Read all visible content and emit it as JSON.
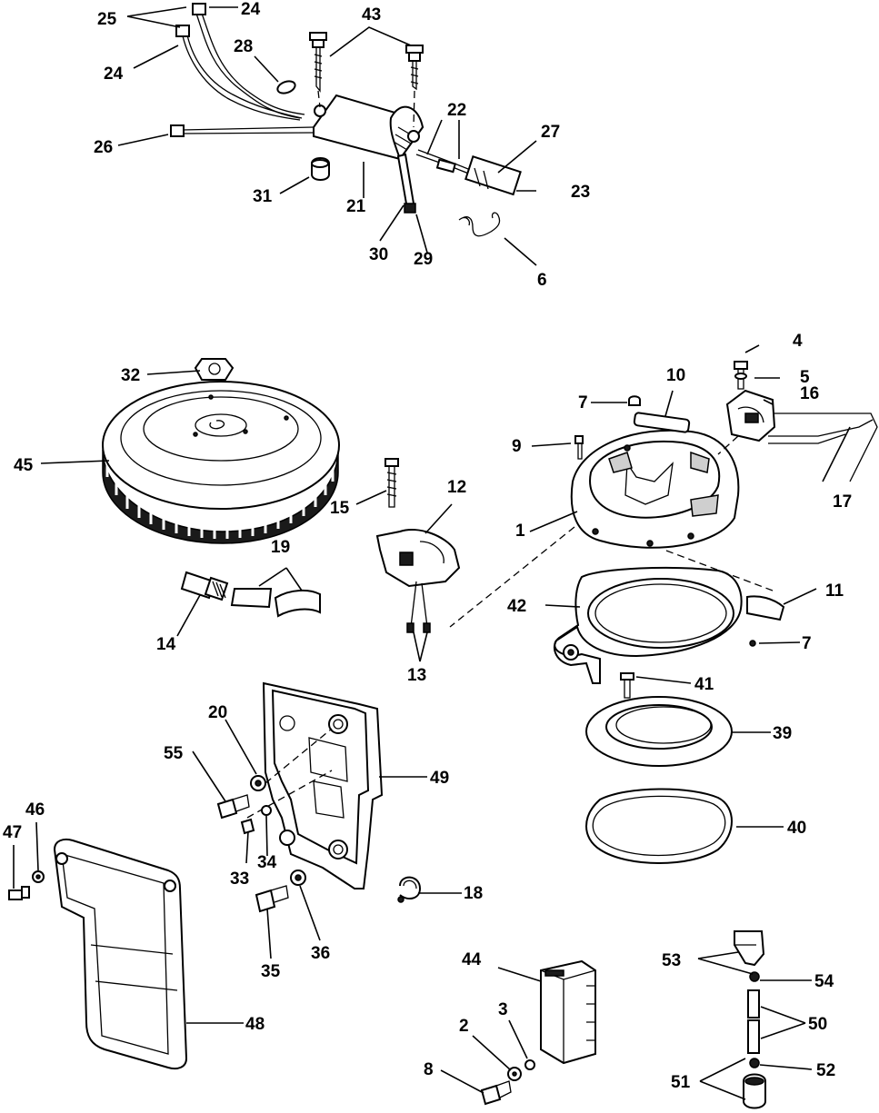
{
  "callouts": {
    "c1": "1",
    "c2": "2",
    "c3": "3",
    "c4": "4",
    "c5": "5",
    "c6": "6",
    "c7": "7",
    "c8": "8",
    "c9": "9",
    "c10": "10",
    "c11": "11",
    "c12": "12",
    "c13": "13",
    "c14": "14",
    "c15": "15",
    "c16": "16",
    "c17": "17",
    "c18": "18",
    "c19": "19",
    "c20": "20",
    "c21": "21",
    "c22": "22",
    "c23": "23",
    "c24": "24",
    "c25": "25",
    "c26": "26",
    "c27": "27",
    "c28": "28",
    "c29": "29",
    "c30": "30",
    "c31": "31",
    "c32": "32",
    "c33": "33",
    "c34": "34",
    "c35": "35",
    "c36": "36",
    "c39": "39",
    "c40": "40",
    "c41": "41",
    "c42": "42",
    "c43": "43",
    "c44": "44",
    "c45": "45",
    "c46": "46",
    "c47": "47",
    "c48": "48",
    "c49": "49",
    "c50": "50",
    "c51": "51",
    "c52": "52",
    "c53": "53",
    "c54": "54",
    "c55": "55"
  }
}
